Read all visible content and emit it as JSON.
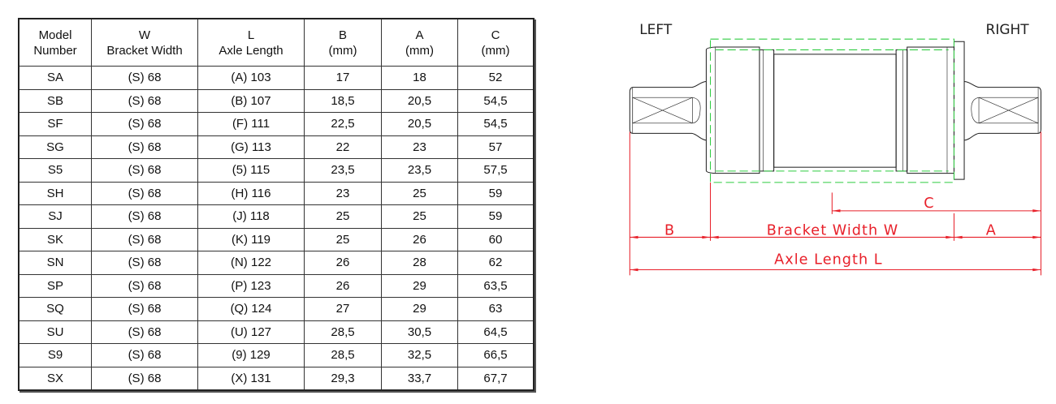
{
  "table": {
    "headers": [
      {
        "line1": "Model",
        "line2": "Number"
      },
      {
        "line1": "W",
        "line2": "Bracket Width"
      },
      {
        "line1": "L",
        "line2": "Axle Length"
      },
      {
        "line1": "B",
        "line2": "(mm)"
      },
      {
        "line1": "A",
        "line2": "(mm)"
      },
      {
        "line1": "C",
        "line2": "(mm)"
      }
    ],
    "rows": [
      [
        "SA",
        "(S) 68",
        "(A) 103",
        "17",
        "18",
        "52"
      ],
      [
        "SB",
        "(S) 68",
        "(B) 107",
        "18,5",
        "20,5",
        "54,5"
      ],
      [
        "SF",
        "(S) 68",
        "(F) 111",
        "22,5",
        "20,5",
        "54,5"
      ],
      [
        "SG",
        "(S) 68",
        "(G) 113",
        "22",
        "23",
        "57"
      ],
      [
        "S5",
        "(S) 68",
        "(5) 115",
        "23,5",
        "23,5",
        "57,5"
      ],
      [
        "SH",
        "(S) 68",
        "(H) 116",
        "23",
        "25",
        "59"
      ],
      [
        "SJ",
        "(S) 68",
        "(J) 118",
        "25",
        "25",
        "59"
      ],
      [
        "SK",
        "(S) 68",
        "(K) 119",
        "25",
        "26",
        "60"
      ],
      [
        "SN",
        "(S) 68",
        "(N) 122",
        "26",
        "28",
        "62"
      ],
      [
        "SP",
        "(S) 68",
        "(P) 123",
        "26",
        "29",
        "63,5"
      ],
      [
        "SQ",
        "(S) 68",
        "(Q) 124",
        "27",
        "29",
        "63"
      ],
      [
        "SU",
        "(S) 68",
        "(U) 127",
        "28,5",
        "30,5",
        "64,5"
      ],
      [
        "S9",
        "(S) 68",
        "(9) 129",
        "28,5",
        "32,5",
        "66,5"
      ],
      [
        "SX",
        "(S) 68",
        "(X) 131",
        "29,3",
        "33,7",
        "67,7"
      ]
    ]
  },
  "diagram": {
    "left_label": "LEFT",
    "right_label": "RIGHT",
    "dim_c": "C",
    "dim_b": "B",
    "dim_w": "Bracket Width W",
    "dim_a": "A",
    "dim_l": "Axle Length L",
    "colors": {
      "dimension": "#e8202a",
      "shell": "#2ecc40",
      "outline": "#222222"
    }
  }
}
